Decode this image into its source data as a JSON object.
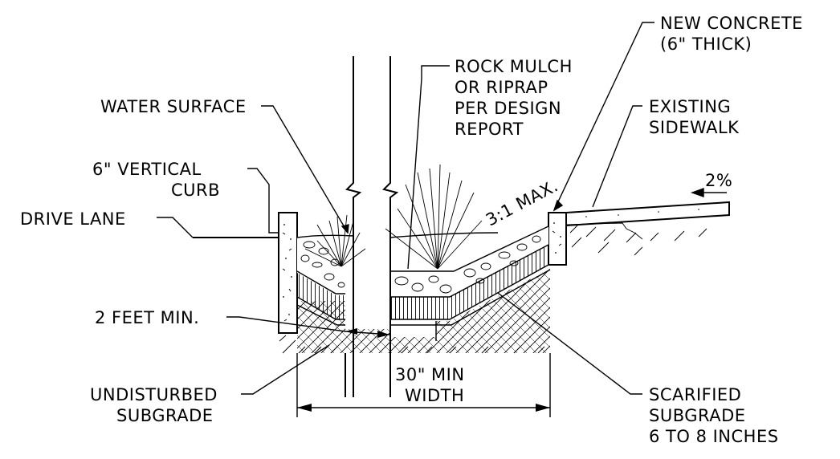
{
  "labels": {
    "new_concrete_1": "NEW CONCRETE",
    "new_concrete_2": "(6\" THICK)",
    "rock_mulch_1": "ROCK MULCH",
    "rock_mulch_2": "OR RIPRAP",
    "rock_mulch_3": "PER DESIGN",
    "rock_mulch_4": "REPORT",
    "water_surface": "WATER SURFACE",
    "existing_sidewalk_1": "EXISTING",
    "existing_sidewalk_2": "SIDEWALK",
    "vertical_curb_1": "6\" VERTICAL",
    "vertical_curb_2": "CURB",
    "slope": "3:1 MAX.",
    "grade": "2%",
    "drive_lane": "DRIVE LANE",
    "two_feet": "2 FEET MIN.",
    "min_width_1": "30\" MIN",
    "min_width_2": "WIDTH",
    "undisturbed_1": "UNDISTURBED",
    "undisturbed_2": "SUBGRADE",
    "scarified_1": "SCARIFIED",
    "scarified_2": "SUBGRADE",
    "scarified_3": "6 TO 8 INCHES"
  }
}
